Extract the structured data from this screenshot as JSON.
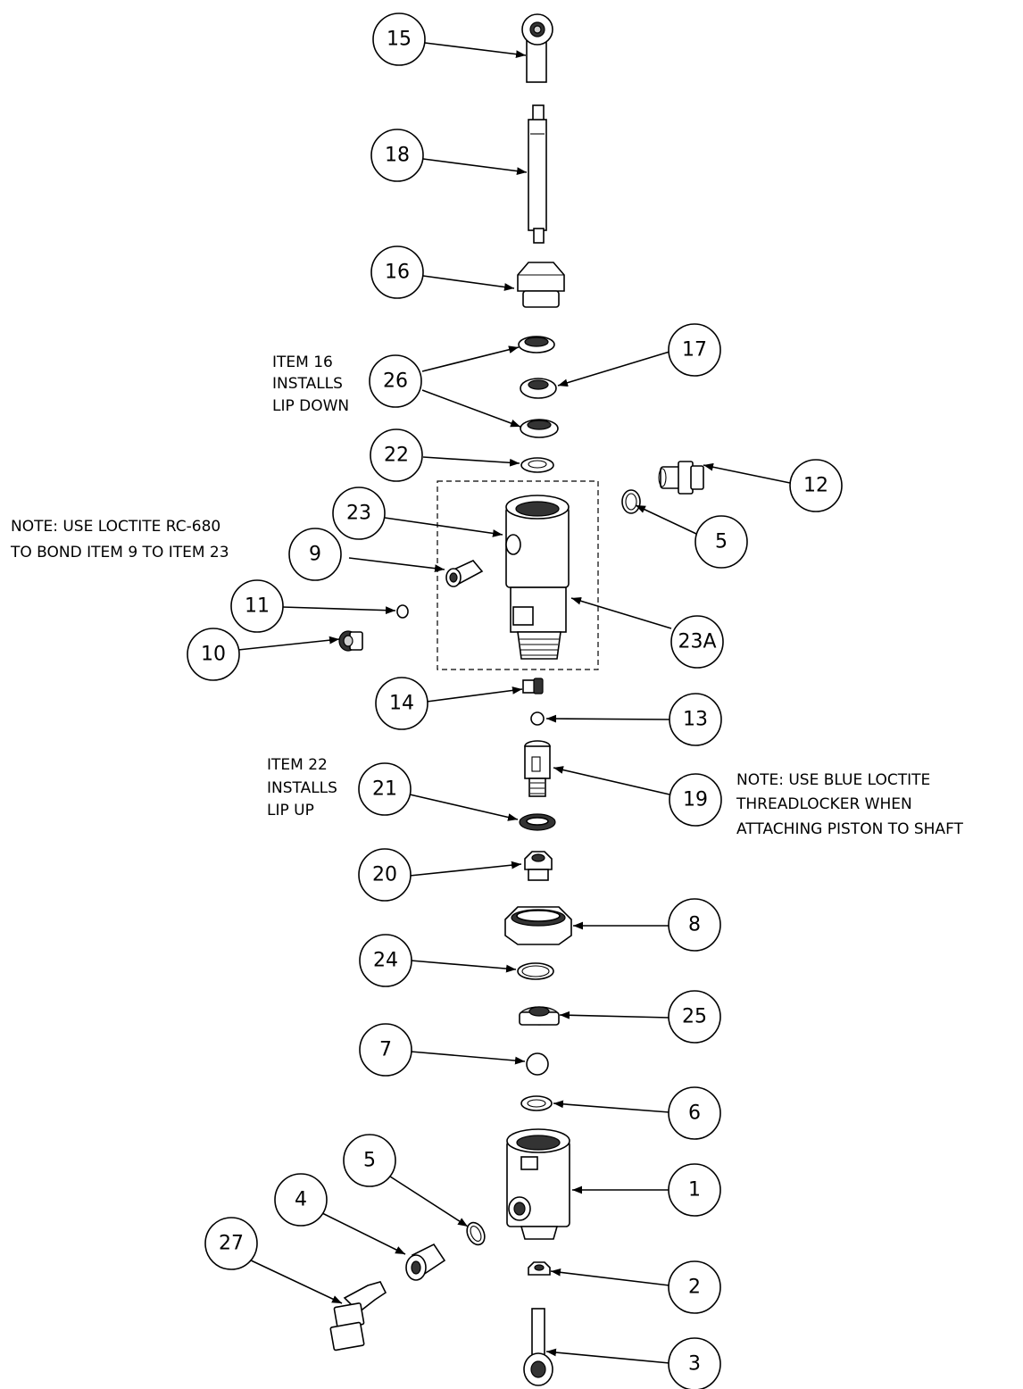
{
  "diagram": {
    "callouts": [
      "15",
      "18",
      "16",
      "26",
      "17",
      "22",
      "12",
      "5",
      "23",
      "9",
      "11",
      "10",
      "23A",
      "14",
      "13",
      "19",
      "21",
      "20",
      "8",
      "24",
      "25",
      "7",
      "6",
      "1",
      "5",
      "4",
      "27",
      "2",
      "3"
    ],
    "notes": {
      "item16": [
        "ITEM 16",
        "INSTALLS",
        "LIP DOWN"
      ],
      "loctite_rc680": [
        "NOTE: USE LOCTITE RC-680",
        "TO BOND ITEM 9 TO ITEM 23"
      ],
      "item22": [
        "ITEM 22",
        "INSTALLS",
        "LIP UP"
      ],
      "blue_loctite": [
        "NOTE: USE BLUE LOCTITE",
        "THREADLOCKER WHEN",
        "ATTACHING PISTON TO SHAFT"
      ]
    }
  }
}
